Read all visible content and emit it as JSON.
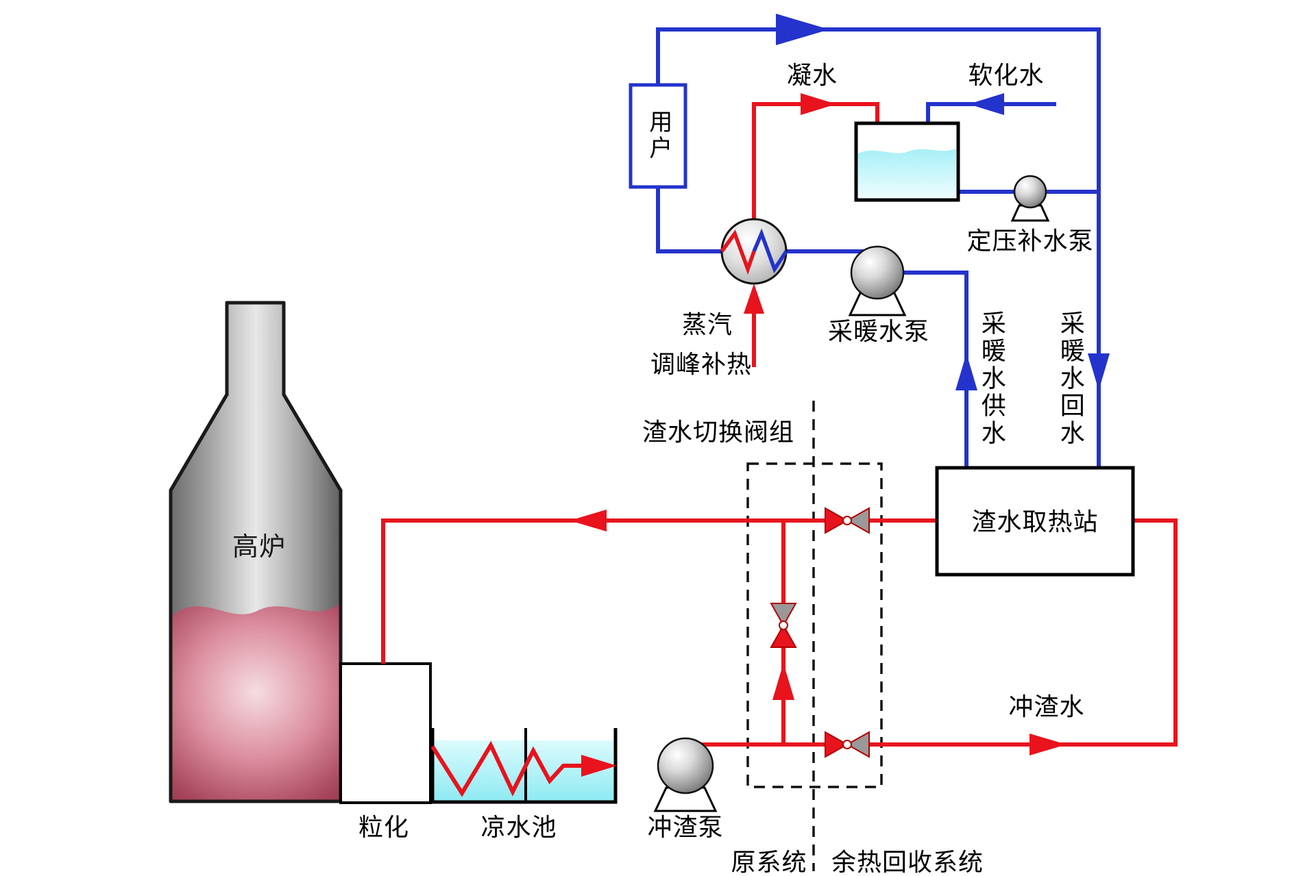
{
  "labels": {
    "user": "用户",
    "condensate": "凝水",
    "softened_water": "软化水",
    "pressure_makeup_pump": "定压补水泵",
    "heating_water_pump": "采暖水泵",
    "steam": "蒸汽",
    "peak_supplement_heat": "调峰补热",
    "heating_supply_water": "采暖水供水",
    "heating_return_water": "采暖水回水",
    "slag_valve_group": "渣水切换阀组",
    "slag_heat_station": "渣水取热站",
    "slag_flushing_water": "冲渣水",
    "blast_furnace": "高炉",
    "granulation": "粒化",
    "cooling_pool": "凉水池",
    "slag_flushing_pump": "冲渣泵",
    "original_system": "原系统",
    "heat_recovery_system": "余热回收系统"
  },
  "colors": {
    "hot_line": "#e8131d",
    "cold_line": "#2433cb",
    "pool_water": "#8deaf2",
    "valve_gray": "#999999"
  }
}
